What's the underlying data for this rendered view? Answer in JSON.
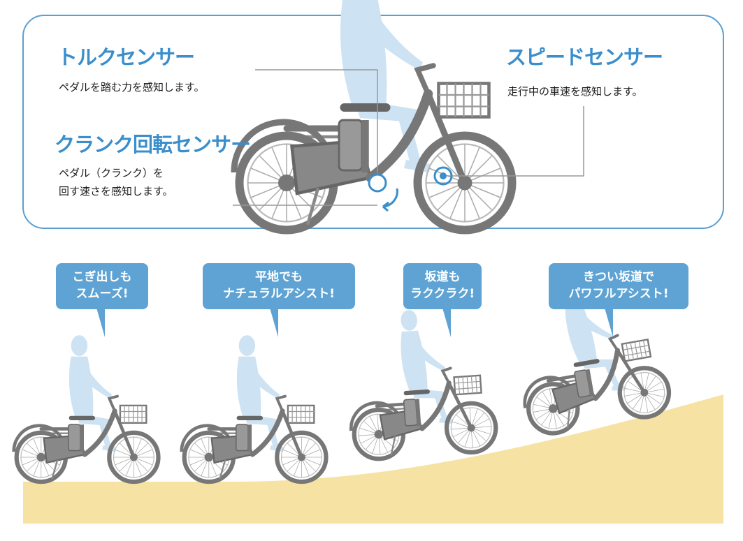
{
  "sensors": {
    "torque": {
      "title": "トルクセンサー",
      "desc": "ペダルを踏む力を感知します。"
    },
    "crank": {
      "title": "クランク回転センサー",
      "desc_line1": "ペダル（クランク）を",
      "desc_line2": "回す速さを感知します。"
    },
    "speed": {
      "title": "スピードセンサー",
      "desc": "走行中の車速を感知します。"
    }
  },
  "bubbles": [
    {
      "line1": "こぎ出しも",
      "line2": "スムーズ!"
    },
    {
      "line1": "平地でも",
      "line2": "ナチュラルアシスト!"
    },
    {
      "line1": "坂道も",
      "line2": "ラククラク!"
    },
    {
      "line1": "きつい坂道で",
      "line2": "パワフルアシスト!"
    }
  ],
  "colors": {
    "accent": "#3a8ecb",
    "bubble": "#5ea3d4",
    "rider": "#cde2f2",
    "bike": "#777777",
    "ground": "#f6e3a4",
    "frame_border": "#5a9fd4"
  }
}
